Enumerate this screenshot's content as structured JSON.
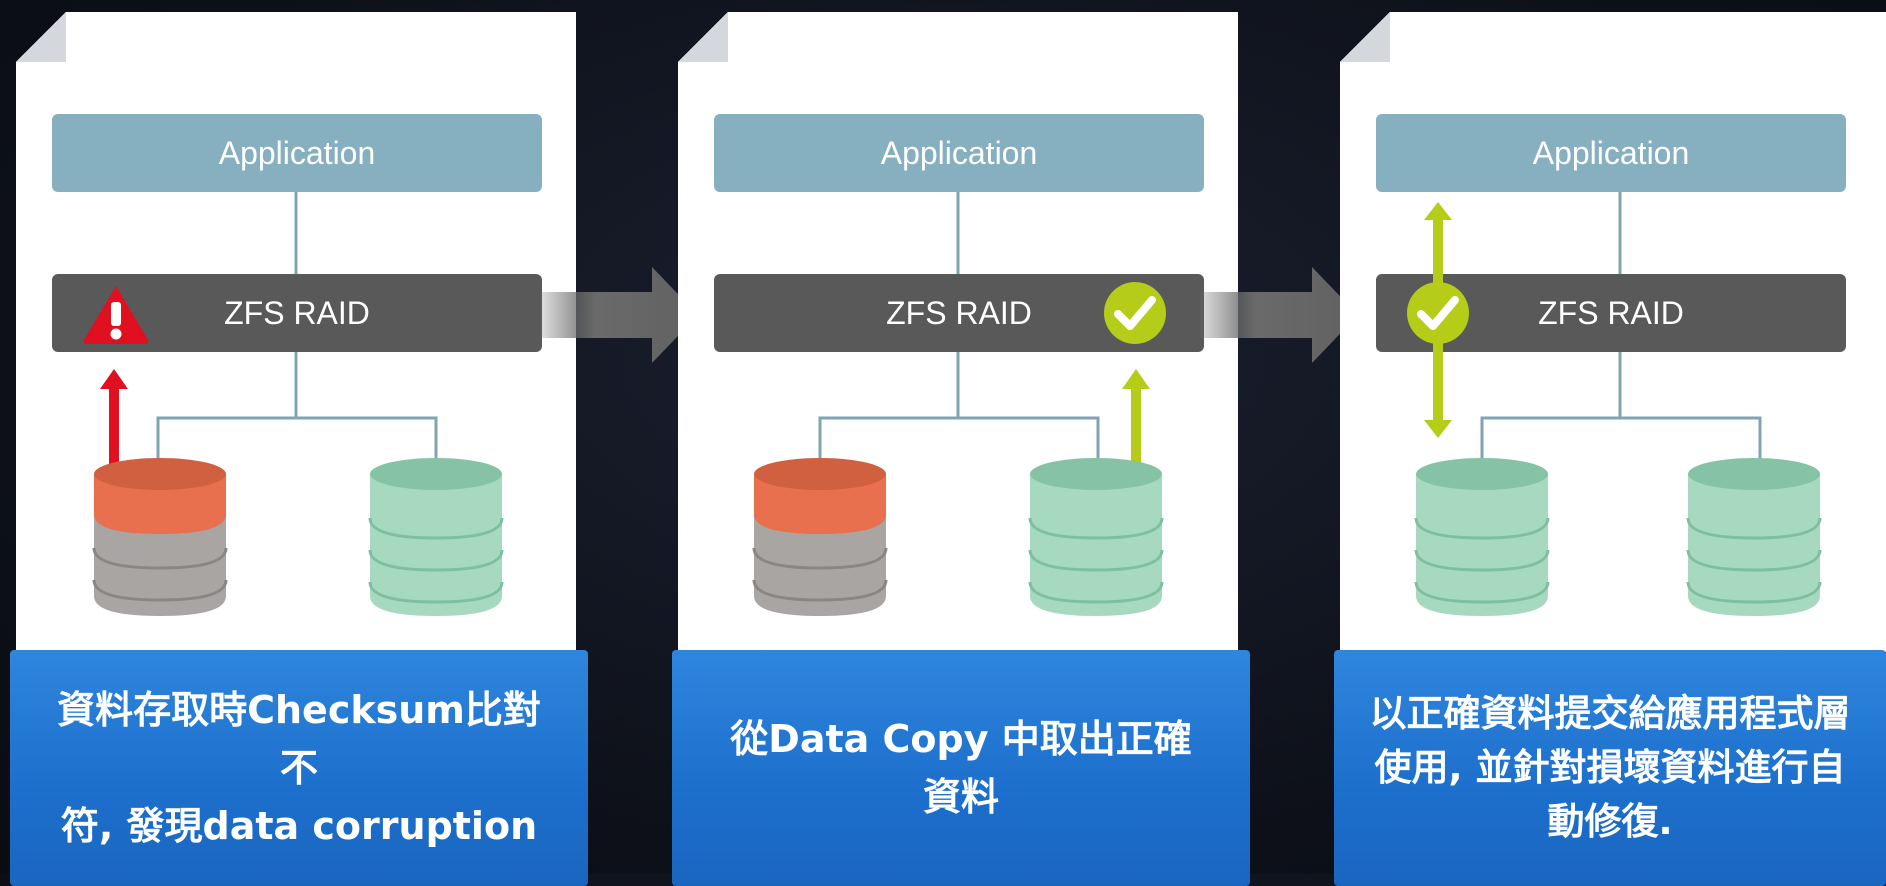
{
  "panels": [
    {
      "app_label": "Application",
      "raid_label": "ZFS RAID",
      "caption": "資料存取時Checksum比對不\n符, 發現data corruption"
    },
    {
      "app_label": "Application",
      "raid_label": "ZFS RAID",
      "caption": "從Data Copy 中取出正確\n資料"
    },
    {
      "app_label": "Application",
      "raid_label": "ZFS RAID",
      "caption": "以正確資料提交給應用程式層\n使用, 並針對損壞資料進行自\n動修復."
    }
  ],
  "colors": {
    "application": "#86b0c0",
    "raid": "#595959",
    "corrupted_disk_top": "#e8704e",
    "corrupted_disk_body": "#a9a5a3",
    "healthy_disk": "#9fd3b8",
    "error_arrow": "#e01020",
    "ok_arrow": "#b5cc18",
    "caption_bg": "#1e72d0"
  },
  "icons": [
    "warning-triangle-icon",
    "checkmark-circle-icon",
    "arrow-up-icon",
    "double-arrow-icon",
    "flow-arrow-icon"
  ]
}
